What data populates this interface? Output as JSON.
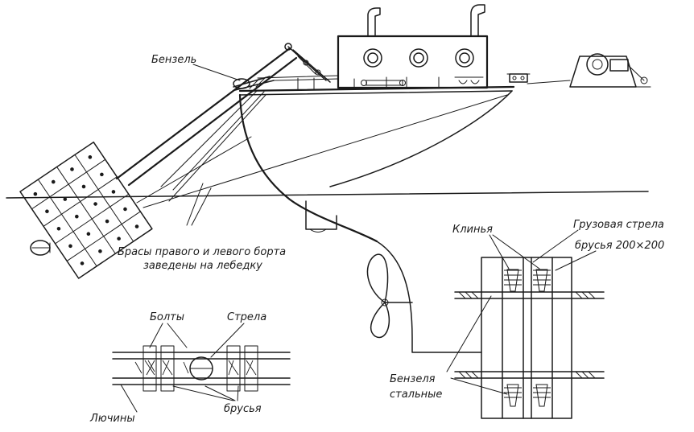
{
  "labels": {
    "benzel": "Бензель",
    "brasy_line1": "Брасы правого и левого борта",
    "brasy_line2": "заведены на лебедку",
    "boltu": "Болты",
    "strela": "Стрела",
    "lyuchiny": "Лючины",
    "brusya_small": "брусья",
    "klinya": "Клинья",
    "gruzovaya_strela": "Грузовая стрела",
    "brusya_size": "брусья 200×200",
    "benzelya_line1": "Бензеля",
    "benzelya_line2": "стальные"
  },
  "colors": {
    "ink": "#1a1a1a",
    "paper": "#ffffff"
  }
}
